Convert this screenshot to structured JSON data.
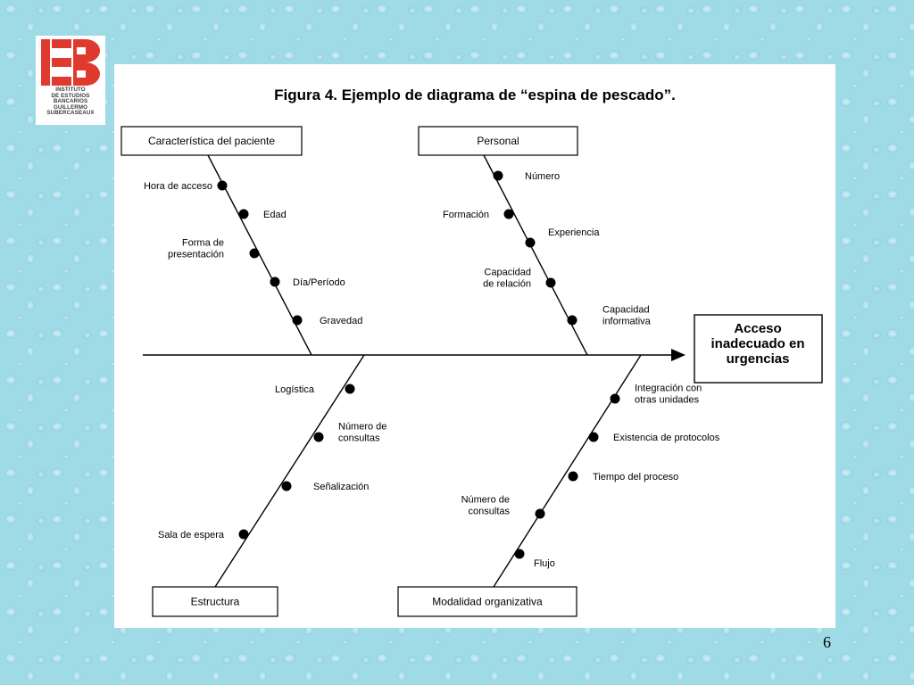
{
  "logo": {
    "lines": [
      "INSTITUTO",
      "DE ESTUDIOS",
      "BANCARIOS",
      "GUILLERMO",
      "SUBERCASEAUX"
    ],
    "color": "#e03a2e"
  },
  "figure": {
    "title": "Figura 4. Ejemplo de diagrama de “espina de pescado”.",
    "effect": [
      "Acceso",
      "inadecuado en",
      "urgencias"
    ],
    "categories": [
      {
        "label": "Característica del paciente",
        "causes": [
          {
            "text": [
              "Hora de acceso"
            ]
          },
          {
            "text": [
              "Edad"
            ]
          },
          {
            "text": [
              "Forma de",
              "presentación"
            ]
          },
          {
            "text": [
              "Día/Período"
            ]
          },
          {
            "text": [
              "Gravedad"
            ]
          }
        ]
      },
      {
        "label": "Personal",
        "causes": [
          {
            "text": [
              "Número"
            ]
          },
          {
            "text": [
              "Formación"
            ]
          },
          {
            "text": [
              "Experiencia"
            ]
          },
          {
            "text": [
              "Capacidad",
              "de relación"
            ]
          },
          {
            "text": [
              "Capacidad",
              "informativa"
            ]
          }
        ]
      },
      {
        "label": "Estructura",
        "causes": [
          {
            "text": [
              "Logística"
            ]
          },
          {
            "text": [
              "Número de",
              "consultas"
            ]
          },
          {
            "text": [
              "Señalización"
            ]
          },
          {
            "text": [
              "Sala de espera"
            ]
          }
        ]
      },
      {
        "label": "Modalidad organizativa",
        "causes": [
          {
            "text": [
              "Integración con",
              "otras unidades"
            ]
          },
          {
            "text": [
              "Existencia de protocolos"
            ]
          },
          {
            "text": [
              "Tiempo del proceso"
            ]
          },
          {
            "text": [
              "Número de",
              "consultas"
            ]
          },
          {
            "text": [
              "Flujo"
            ]
          }
        ]
      }
    ]
  },
  "page_number": "6"
}
